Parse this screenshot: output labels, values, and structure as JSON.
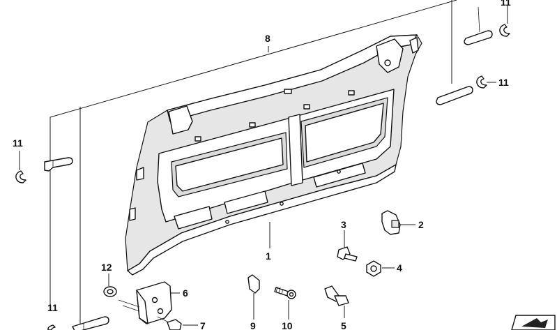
{
  "callouts": {
    "c1": "1",
    "c2": "2",
    "c3": "3",
    "c4": "4",
    "c5": "5",
    "c6": "6",
    "c7": "7",
    "c8": "8",
    "c9": "9",
    "c10": "10",
    "c11a": "11",
    "c11b": "11",
    "c11c": "11",
    "c11d": "11",
    "c12": "12"
  }
}
